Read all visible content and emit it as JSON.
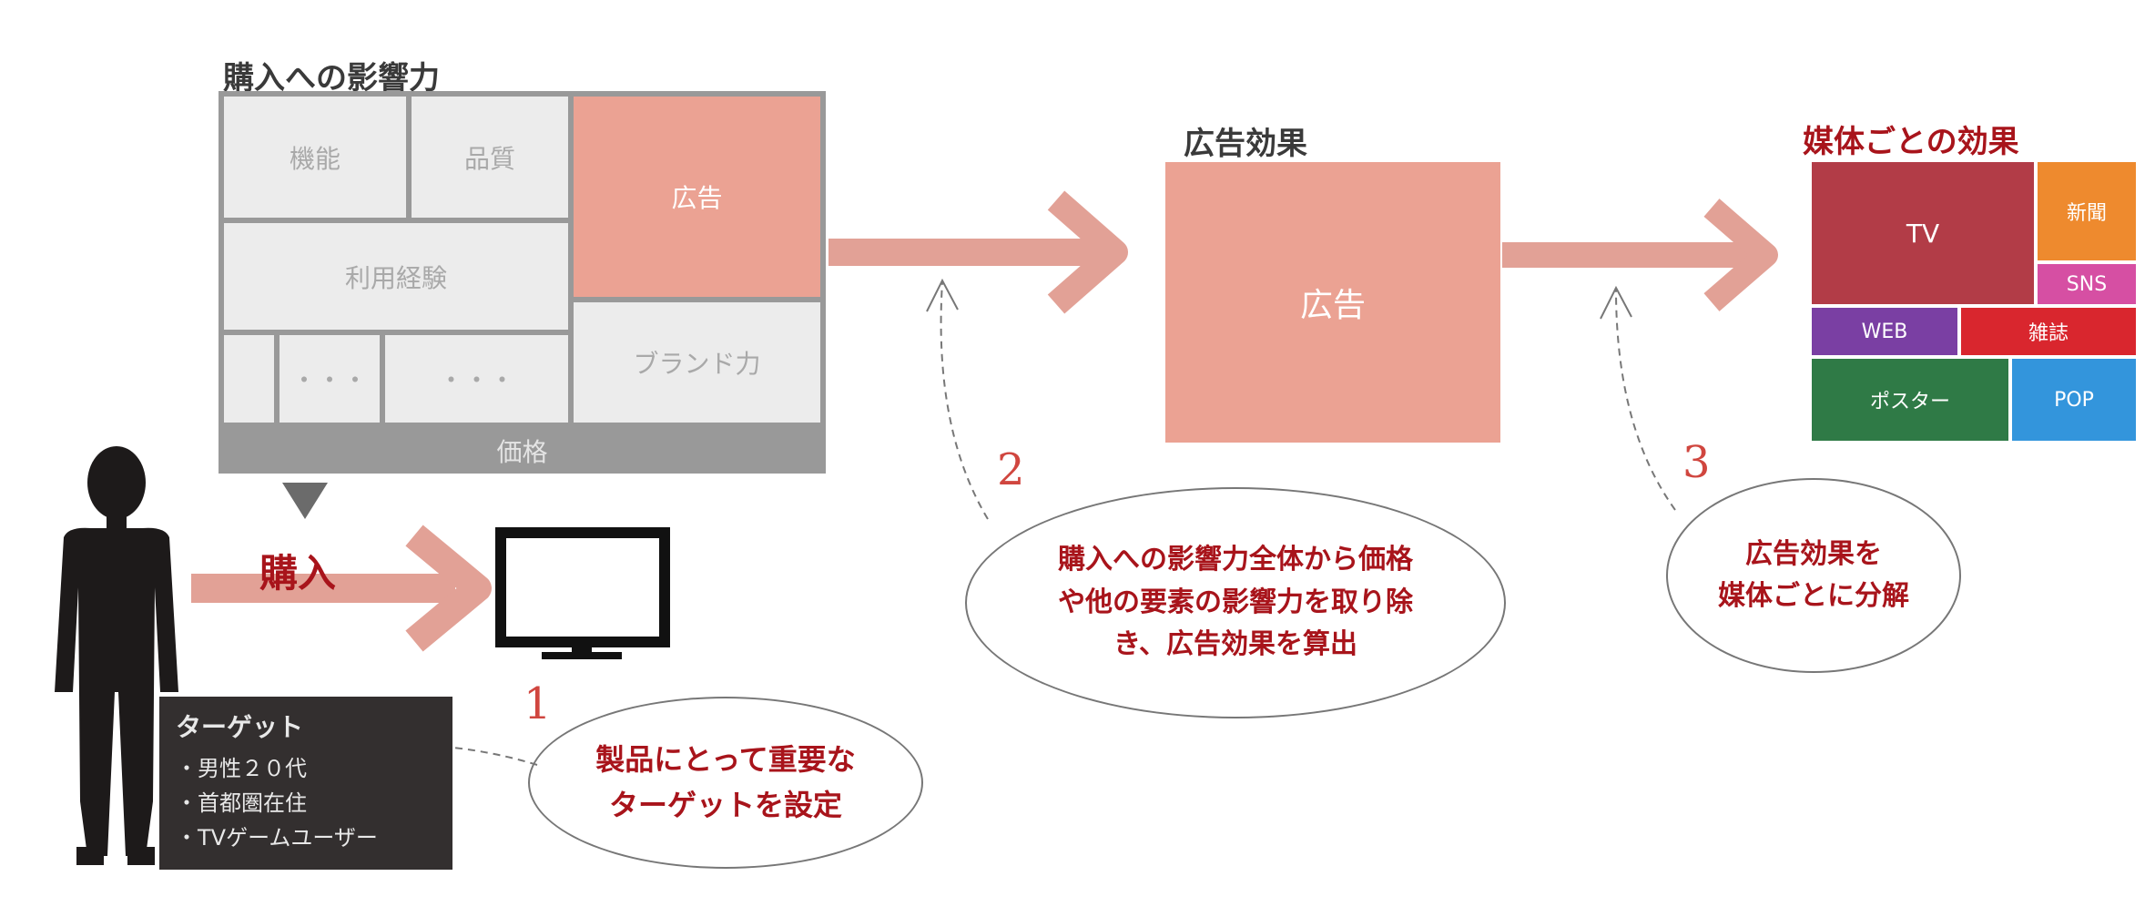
{
  "influence": {
    "title": "購入への影響力",
    "cells": {
      "function": "機能",
      "quality": "品質",
      "ad": "広告",
      "experience": "利用経験",
      "small1": "・・・",
      "small2": "・・・",
      "brand": "ブランド力",
      "price": "価格"
    }
  },
  "ad_effect": {
    "title": "広告効果",
    "box_label": "広告"
  },
  "media_effect": {
    "title": "媒体ごとの効果",
    "cells": {
      "tv": "TV",
      "newspaper": "新聞",
      "sns": "SNS",
      "web": "WEB",
      "magazine": "雑誌",
      "poster": "ポスター",
      "pop": "POP"
    }
  },
  "purchase_label": "購入",
  "target": {
    "heading": "ターゲット",
    "items": [
      "・男性２０代",
      "・首都圏在住",
      "・TVゲームユーザー"
    ]
  },
  "steps": [
    {
      "number": "1",
      "text_line1": "製品にとって重要な",
      "text_line2": "ターゲットを設定"
    },
    {
      "number": "2",
      "text_line1": "購入への影響力全体から価格",
      "text_line2": "や他の要素の影響力を取り除",
      "text_line3": "き、広告効果を算出"
    },
    {
      "number": "3",
      "text_line1": "広告効果を",
      "text_line2": "媒体ごとに分解"
    }
  ],
  "colors": {
    "ad_pink": "#eba293",
    "cell_gray": "#ececec",
    "price_bar": "#8e8e8e",
    "arrow": "#e2a196",
    "tv": "#b23c47",
    "newspaper": "#ee8a2e",
    "sns": "#d64fa3",
    "web": "#7a3fa3",
    "magazine": "#d9262e",
    "poster": "#2f7a46",
    "pop": "#3395dc",
    "annotation_red": "#a8141b"
  }
}
